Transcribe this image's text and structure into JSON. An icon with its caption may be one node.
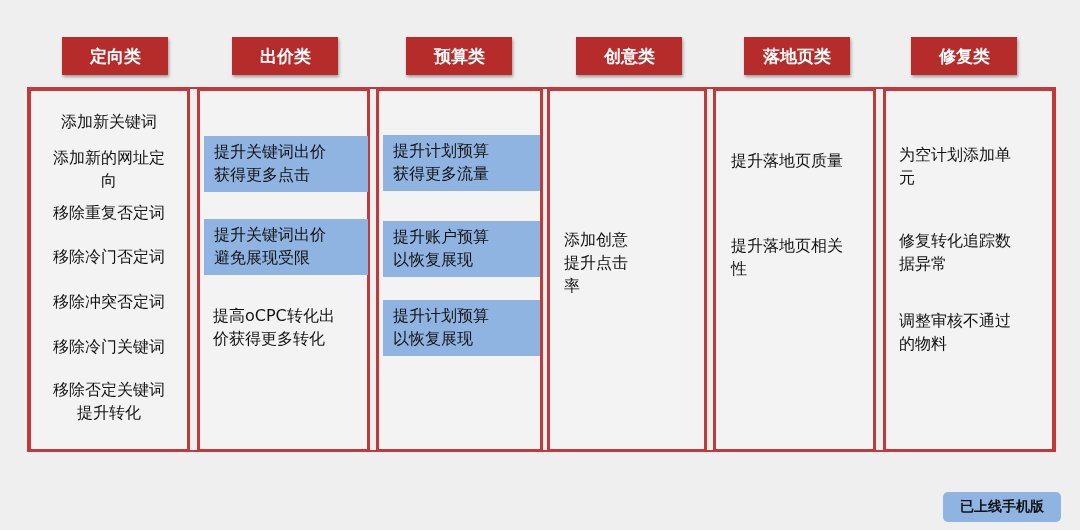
{
  "diagram": {
    "nodes": [
      {
        "text": [
          "定向类"
        ]
      },
      {
        "text": [
          "出价类"
        ]
      },
      {
        "text": [
          "预算类"
        ]
      },
      {
        "text": [
          "创意类"
        ]
      },
      {
        "text": [
          "落地页类"
        ]
      },
      {
        "text": [
          "修复类"
        ]
      },
      {
        "text": [
          "添加新关键词",
          "添加新的网址定向",
          "移除重复否定词",
          "移除冷门否定词",
          "移除冲突否定词",
          "移除冷门关键词",
          "移除否定关键词提升转化"
        ]
      },
      {
        "text": [
          "提高oCPC转化出价获得更多转化"
        ]
      },
      {
        "text": [
          "提升关键词出价获得更多点击"
        ],
        "in": 7
      },
      {
        "text": [
          "提升关键词出价避免展现受限"
        ],
        "in": 7
      },
      {
        "text": [],
        "shape": "box"
      },
      {
        "text": [
          "提升计划预算获得更多流量"
        ],
        "in": 10
      },
      {
        "text": [
          "提升账户预算以恢复展现"
        ],
        "in": 10
      },
      {
        "text": [
          "提升计划预算以恢复展现"
        ],
        "in": 10
      },
      {
        "text": [
          "添加创意提升点击率"
        ]
      },
      {
        "text": [
          "提升落地页质量",
          "提升落地页相关性"
        ]
      },
      {
        "text": [
          "为空计划添加单元",
          "修复转化追踪数据异常",
          "调整审核不通过的物料"
        ]
      },
      {
        "text": [
          "已上线手机版"
        ]
      }
    ]
  }
}
